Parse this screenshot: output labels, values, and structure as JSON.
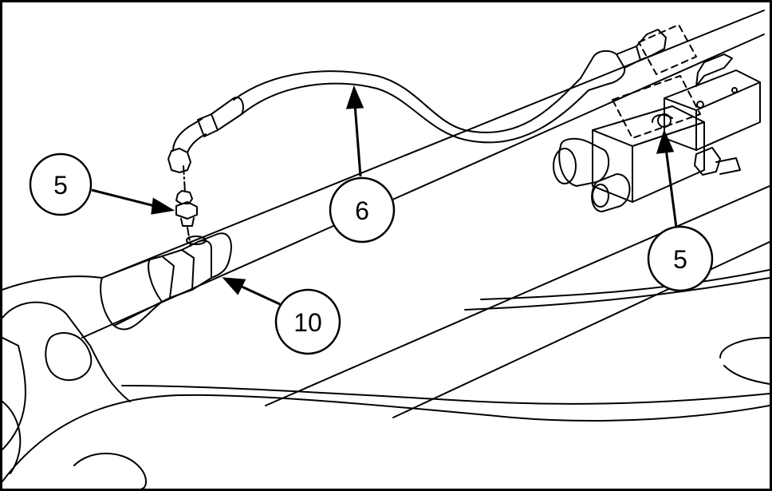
{
  "diagram": {
    "line_color": "#000000",
    "background": "#ffffff",
    "callouts": [
      {
        "id": "callout-5-left",
        "label": "5"
      },
      {
        "id": "callout-6",
        "label": "6"
      },
      {
        "id": "callout-10",
        "label": "10"
      },
      {
        "id": "callout-5-right",
        "label": "5"
      }
    ]
  }
}
